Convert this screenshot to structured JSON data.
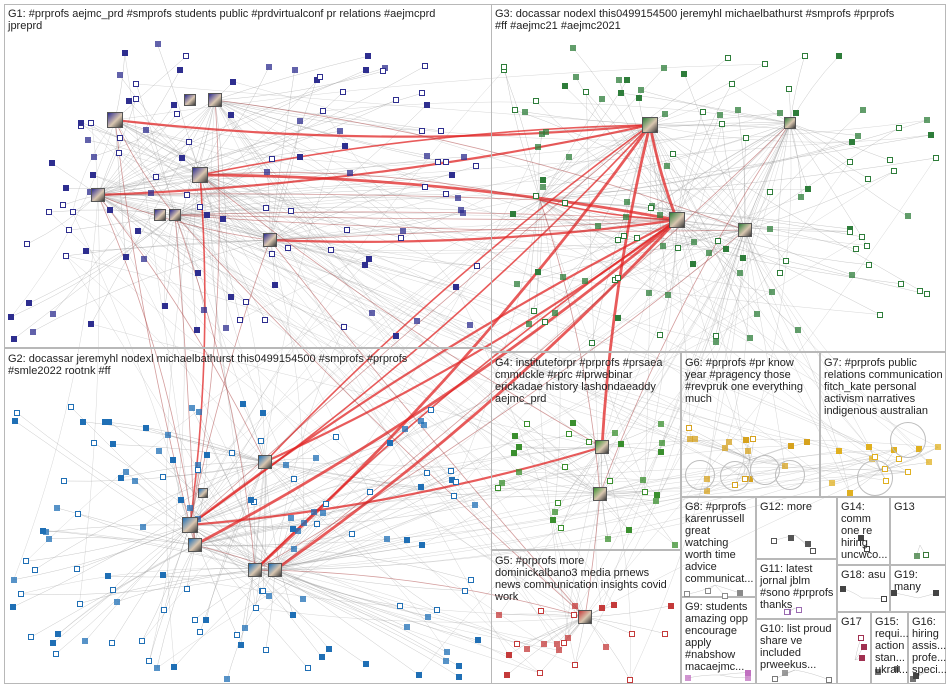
{
  "network": {
    "groups": [
      {
        "id": "G1",
        "label": "G1: #prprofs aejmc_prd #smprofs students public #prdvirtualconf pr relations #aejmcprd\njpreprd",
        "color": "#2e2e8f"
      },
      {
        "id": "G2",
        "label": "G2: docassar jeremyhl nodexl michaelbathurst this0499154500 #smprofs #prprofs\n#smle2022 rootnk #ff",
        "color": "#1f6fb5"
      },
      {
        "id": "G3",
        "label": "G3: docassar nodexl this0499154500 jeremyhl michaelbathurst #smprofs #prprofs\n#ff #aejmc21 #aejmc2021",
        "color": "#2e7d3a"
      },
      {
        "id": "G4",
        "label": "G4: instituteforpr #prprofs #prsaea\ncmmuckle #rprc #iprwebinar\nerickadae history lashondaeaddy\naejmc_prd",
        "color": "#3a8f2e"
      },
      {
        "id": "G5",
        "label": "G5: #prprofs more\ndominickalbano3 media prnews\nnews communication insights covid\nwork",
        "color": "#c43a3a"
      },
      {
        "id": "G6",
        "label": "G6: #prprofs #pr know\nyear #pragency those\n#revpruk one everything\nmuch",
        "color": "#d6a21e"
      },
      {
        "id": "G7",
        "label": "G7: #prprofs public\nrelations communication\nfitch_kate personal\nactivism narratives\nindigenous australian",
        "color": "#e0b020"
      },
      {
        "id": "G8",
        "label": "G8: #prprofs\nkarenrussell\ngreat\nwatching\nworth time\nadvice\ncommunicat...",
        "color": "#8a8a8a"
      },
      {
        "id": "G9",
        "label": "G9: students\namazing opp\nencourage\napply\n#nabshow\nmacaejmc...",
        "color": "#c070c0"
      },
      {
        "id": "G10",
        "label": "G10: list proud\nshare ve\nincluded\nprweekus...",
        "color": "#7a7a7a"
      },
      {
        "id": "G11",
        "label": "G11: latest\njornal jblm\n#sono #prprofs\nthanks",
        "color": "#9a6ab0"
      },
      {
        "id": "G12",
        "label": "G12: more",
        "color": "#555555"
      },
      {
        "id": "G13",
        "label": "G13",
        "color": "#3a7a3a"
      },
      {
        "id": "G14",
        "label": "G14:\ncomm\none re\nhiring\nuncwco...",
        "color": "#444444"
      },
      {
        "id": "G15",
        "label": "G15:\nrequi...\naction\nstan...\nukrai...",
        "color": "#444444"
      },
      {
        "id": "G16",
        "label": "G16:\nhiring\nassis...\nprofe...\nspeci...",
        "color": "#444444"
      },
      {
        "id": "G17",
        "label": "G17",
        "color": "#a03050"
      },
      {
        "id": "G18",
        "label": "G18: asu",
        "color": "#444444"
      },
      {
        "id": "G19",
        "label": "G19:\nmany",
        "color": "#444444"
      }
    ],
    "colors": {
      "edge_gray": "#9a9a9a",
      "edge_red": "#e02424",
      "edge_dark_red": "#a83a3a",
      "box_border": "#b8b8b8"
    }
  }
}
